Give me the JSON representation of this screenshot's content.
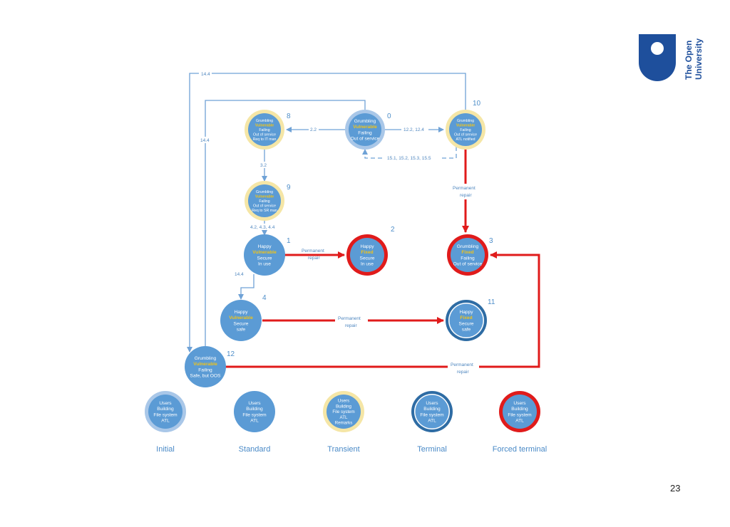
{
  "logo": {
    "text_line1": "The Open",
    "text_line2": "University"
  },
  "page_number": "23",
  "nodes": [
    {
      "id": "0",
      "lines": [
        "Grumbling",
        "Vulnerable",
        "Failing",
        "Out of service"
      ],
      "style": "initial"
    },
    {
      "id": "8",
      "lines": [
        "Grumbling",
        "Vulnerable",
        "Failing",
        "Out of service",
        "Req to IT man"
      ],
      "style": "transient"
    },
    {
      "id": "10",
      "lines": [
        "Grumbling",
        "Vulnerable",
        "Failing",
        "Out of service",
        "ATL notified"
      ],
      "style": "transient"
    },
    {
      "id": "9",
      "lines": [
        "Grumbling",
        "Vulnerable",
        "Failing",
        "Out of service",
        "Req to SR man"
      ],
      "style": "transient"
    },
    {
      "id": "1",
      "lines": [
        "Happy",
        "Vulnerable",
        "Secure",
        "In use"
      ],
      "style": "standard"
    },
    {
      "id": "2",
      "lines": [
        "Happy",
        "Fixed",
        "Secure",
        "In use"
      ],
      "style": "forced"
    },
    {
      "id": "3",
      "lines": [
        "Grumbling",
        "Fixed",
        "Failing",
        "Out of service"
      ],
      "style": "forced"
    },
    {
      "id": "4",
      "lines": [
        "Happy",
        "Vulnerable",
        "Secure",
        "safe"
      ],
      "style": "standard"
    },
    {
      "id": "11",
      "lines": [
        "Happy",
        "Fixed",
        "Secure",
        "safe"
      ],
      "style": "terminal"
    },
    {
      "id": "12",
      "lines": [
        "Grumbling",
        "Vulnerable",
        "Failing",
        "Safe, but OOS"
      ],
      "style": "standard"
    }
  ],
  "edge_labels": {
    "e_0_8": "2.2",
    "e_0_10": "12.2, 12.4",
    "e_10_0": "15.1, 15.2, 15.3, 15.5",
    "e_top": "14.4",
    "e_left": "14.4",
    "e_8_9": "3.2",
    "e_9_1": "4.2, 4.3, 4.4",
    "e_1_2_a": "Permanent",
    "e_1_2_b": "repair",
    "e_10_3_a": "Permanent",
    "e_10_3_b": "repair",
    "e_1_4": "14.4",
    "e_4_11_a": "Permanent",
    "e_4_11_b": "repair",
    "e_12_3_a": "Permanent",
    "e_12_3_b": "repair"
  },
  "legend": [
    {
      "label": "Initial",
      "style": "initial",
      "lines": [
        "Users",
        "Building",
        "File system",
        "ATL"
      ]
    },
    {
      "label": "Standard",
      "style": "standard",
      "lines": [
        "Users",
        "Building",
        "File system",
        "ATL"
      ]
    },
    {
      "label": "Transient",
      "style": "transient",
      "lines": [
        "Users",
        "Building",
        "File system",
        "ATL",
        "Remarks"
      ]
    },
    {
      "label": "Terminal",
      "style": "terminal",
      "lines": [
        "Users",
        "Building",
        "File system",
        "ATL"
      ]
    },
    {
      "label": "Forced terminal",
      "style": "forced",
      "lines": [
        "Users",
        "Building",
        "File system",
        "ATL"
      ]
    }
  ],
  "colors": {
    "node_fill": "#5b9bd5",
    "initial_ring": "#a9c7e8",
    "transient_ring": "#f5e6a6",
    "terminal_ring": "#2e6ca4",
    "forced_ring": "#e01b1b",
    "blue_line": "#6fa2d6",
    "red_line": "#e01b1b",
    "vulnerable_text": "#f2c417",
    "logo_blue": "#1e4f9c"
  }
}
